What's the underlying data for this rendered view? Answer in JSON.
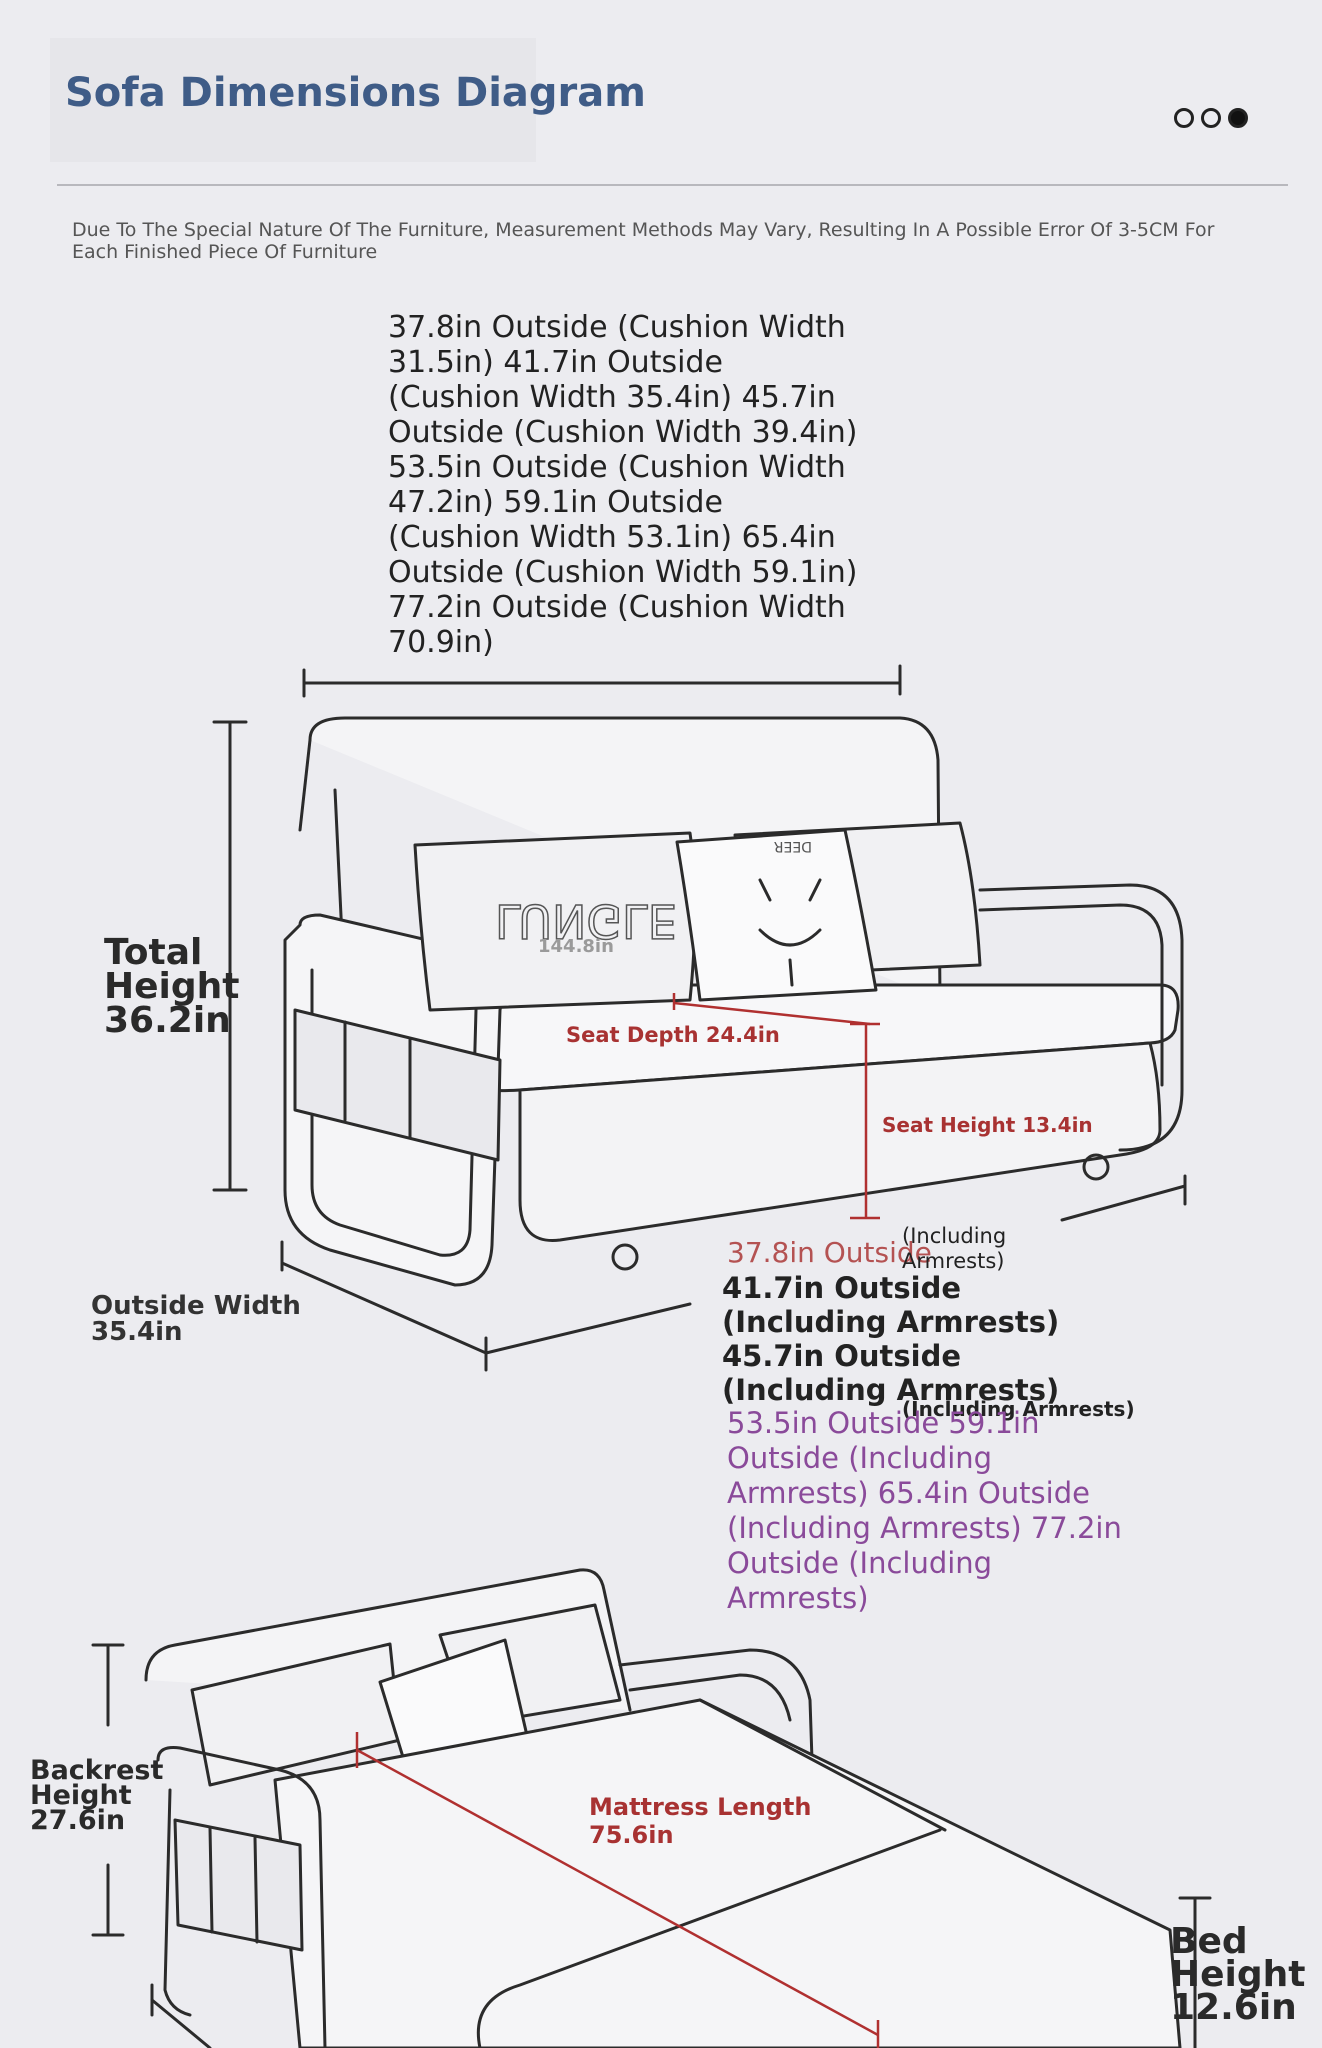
{
  "header": {
    "title": "Sofa Dimensions Diagram",
    "carousel_dots": [
      "inactive",
      "inactive",
      "active"
    ]
  },
  "disclaimer": "Due To The Special Nature Of The Furniture, Measurement Methods May Vary, Resulting In A Possible Error Of 3-5CM For Each Finished Piece Of Furniture",
  "dimensions": {
    "outside_widths_cushion": "37.8in Outside (Cushion Width 31.5in) 41.7in Outside (Cushion Width 35.4in) 45.7in Outside (Cushion Width 39.4in) 53.5in Outside (Cushion Width 47.2in) 59.1in Outside (Cushion Width 53.1in) 65.4in Outside (Cushion Width 59.1in) 77.2in Outside (Cushion Width 70.9in)",
    "total_height_label": "Total",
    "total_height_label2": "Height",
    "total_height_value": "36.2in",
    "pillow_marking": "144.8in",
    "seat_depth": "Seat Depth 24.4in",
    "seat_height": "Seat Height 13.4in",
    "outside_width_label": "Outside Width",
    "outside_width_value": "35.4in",
    "armrest_a": "37.8in Outside",
    "armrest_a_suffix": "(Including Armrests)",
    "armrest_b": "41.7in Outside (Including Armrests) 45.7in Outside (Including Armrests)",
    "armrest_c_suffix": "(Including Armrests)",
    "armrest_c": "53.5in Outside 59.1in Outside (Including Armrests) 65.4in Outside (Including Armrests) 77.2in Outside (Including Armrests)",
    "mattress_length_label": "Mattress Length",
    "mattress_length_value": "75.6in",
    "backrest_label": "Backrest",
    "backrest_label2": "Height",
    "backrest_value": "27.6in",
    "bed_height_label": "Bed",
    "bed_height_label2": "Height",
    "bed_height_value": "12.6in"
  },
  "pillow_prints": {
    "left": "LUNGLE",
    "right": "DEER"
  },
  "colors": {
    "title": "#3f5c87",
    "measure_red": "#a83232",
    "armrest_purple": "#8a4a9a",
    "background": "#ececf0"
  }
}
